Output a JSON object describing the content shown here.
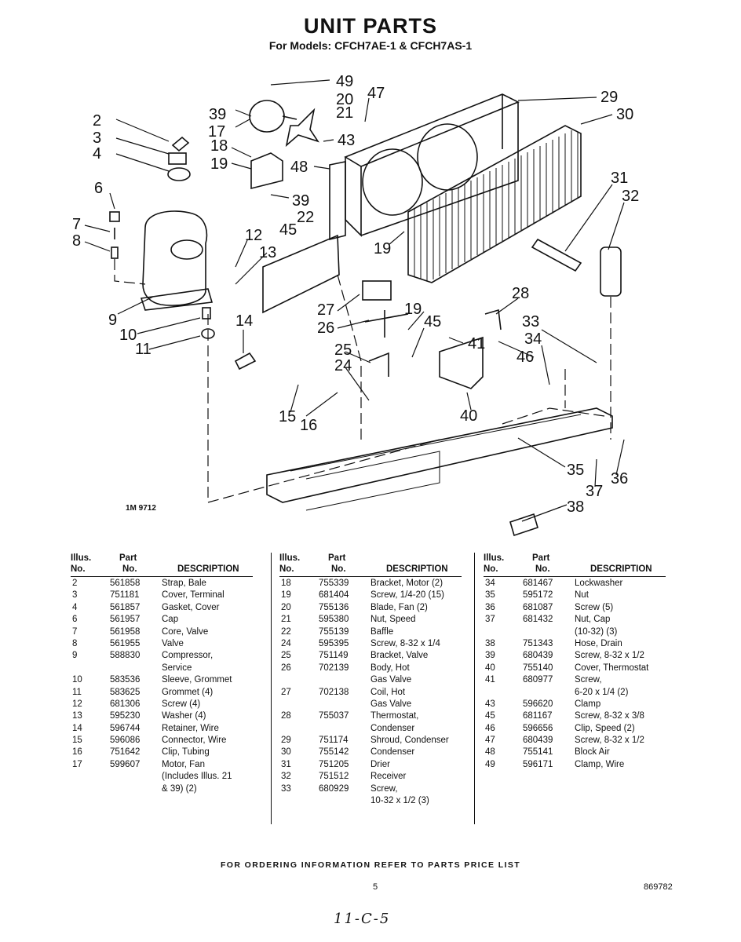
{
  "header": {
    "title": "UNIT PARTS",
    "subtitle": "For Models: CFCH7AE-1 & CFCH7AS-1"
  },
  "diagram": {
    "figure_number": "1M 9712",
    "callouts": [
      "2",
      "3",
      "4",
      "6",
      "7",
      "8",
      "9",
      "10",
      "11",
      "12",
      "13",
      "14",
      "15",
      "16",
      "17",
      "18",
      "19",
      "19",
      "19",
      "20",
      "21",
      "22",
      "24",
      "25",
      "26",
      "27",
      "28",
      "29",
      "30",
      "31",
      "32",
      "33",
      "34",
      "35",
      "36",
      "37",
      "38",
      "39",
      "39",
      "40",
      "41",
      "43",
      "45",
      "45",
      "46",
      "47",
      "48",
      "49"
    ]
  },
  "table": {
    "headers": {
      "illus_top": "Illus.",
      "illus_bottom": "No.",
      "part_top": "Part",
      "part_bottom": "No.",
      "description": "DESCRIPTION"
    },
    "columns": [
      {
        "rows": [
          {
            "illus": "2",
            "part": "561858",
            "desc": "Strap, Bale"
          },
          {
            "illus": "3",
            "part": "751181",
            "desc": "Cover, Terminal"
          },
          {
            "illus": "4",
            "part": "561857",
            "desc": "Gasket, Cover"
          },
          {
            "illus": "6",
            "part": "561957",
            "desc": "Cap"
          },
          {
            "illus": "7",
            "part": "561958",
            "desc": "Core, Valve"
          },
          {
            "illus": "8",
            "part": "561955",
            "desc": "Valve"
          },
          {
            "illus": "9",
            "part": "588830",
            "desc": "Compressor,"
          },
          {
            "illus": "",
            "part": "",
            "desc": "Service"
          },
          {
            "illus": "10",
            "part": "583536",
            "desc": "Sleeve, Grommet"
          },
          {
            "illus": "11",
            "part": "583625",
            "desc": "Grommet (4)"
          },
          {
            "illus": "12",
            "part": "681306",
            "desc": "Screw (4)"
          },
          {
            "illus": "13",
            "part": "595230",
            "desc": "Washer (4)"
          },
          {
            "illus": "14",
            "part": "596744",
            "desc": "Retainer, Wire"
          },
          {
            "illus": "15",
            "part": "596086",
            "desc": "Connector, Wire"
          },
          {
            "illus": "16",
            "part": "751642",
            "desc": "Clip, Tubing"
          },
          {
            "illus": "17",
            "part": "599607",
            "desc": "Motor, Fan"
          },
          {
            "illus": "",
            "part": "",
            "desc": "(Includes Illus. 21"
          },
          {
            "illus": "",
            "part": "",
            "desc": "& 39) (2)"
          }
        ]
      },
      {
        "rows": [
          {
            "illus": "18",
            "part": "755339",
            "desc": "Bracket, Motor (2)"
          },
          {
            "illus": "19",
            "part": "681404",
            "desc": "Screw, 1/4-20 (15)"
          },
          {
            "illus": "20",
            "part": "755136",
            "desc": "Blade, Fan (2)"
          },
          {
            "illus": "21",
            "part": "595380",
            "desc": "Nut, Speed"
          },
          {
            "illus": "22",
            "part": "755139",
            "desc": "Baffle"
          },
          {
            "illus": "24",
            "part": "595395",
            "desc": "Screw, 8-32 x 1/4"
          },
          {
            "illus": "25",
            "part": "751149",
            "desc": "Bracket, Valve"
          },
          {
            "illus": "26",
            "part": "702139",
            "desc": "Body, Hot"
          },
          {
            "illus": "",
            "part": "",
            "desc": "Gas Valve"
          },
          {
            "illus": "27",
            "part": "702138",
            "desc": "Coil, Hot"
          },
          {
            "illus": "",
            "part": "",
            "desc": "Gas Valve"
          },
          {
            "illus": "28",
            "part": "755037",
            "desc": "Thermostat,"
          },
          {
            "illus": "",
            "part": "",
            "desc": "Condenser"
          },
          {
            "illus": "29",
            "part": "751174",
            "desc": "Shroud, Condenser"
          },
          {
            "illus": "30",
            "part": "755142",
            "desc": "Condenser"
          },
          {
            "illus": "31",
            "part": "751205",
            "desc": "Drier"
          },
          {
            "illus": "32",
            "part": "751512",
            "desc": "Receiver"
          },
          {
            "illus": "33",
            "part": "680929",
            "desc": "Screw,"
          },
          {
            "illus": "",
            "part": "",
            "desc": "10-32 x 1/2 (3)"
          }
        ]
      },
      {
        "rows": [
          {
            "illus": "34",
            "part": "681467",
            "desc": "Lockwasher"
          },
          {
            "illus": "35",
            "part": "595172",
            "desc": "Nut"
          },
          {
            "illus": "36",
            "part": "681087",
            "desc": "Screw (5)"
          },
          {
            "illus": "37",
            "part": "681432",
            "desc": "Nut, Cap"
          },
          {
            "illus": "",
            "part": "",
            "desc": "(10-32) (3)"
          },
          {
            "illus": "38",
            "part": "751343",
            "desc": "Hose, Drain"
          },
          {
            "illus": "39",
            "part": "680439",
            "desc": "Screw, 8-32 x 1/2"
          },
          {
            "illus": "40",
            "part": "755140",
            "desc": "Cover, Thermostat"
          },
          {
            "illus": "41",
            "part": "680977",
            "desc": "Screw,"
          },
          {
            "illus": "",
            "part": "",
            "desc": "6-20 x 1/4 (2)"
          },
          {
            "illus": "43",
            "part": "596620",
            "desc": "Clamp"
          },
          {
            "illus": "45",
            "part": "681167",
            "desc": "Screw, 8-32 x 3/8"
          },
          {
            "illus": "46",
            "part": "596656",
            "desc": "Clip, Speed (2)"
          },
          {
            "illus": "47",
            "part": "680439",
            "desc": "Screw, 8-32 x 1/2"
          },
          {
            "illus": "48",
            "part": "755141",
            "desc": "Block Air"
          },
          {
            "illus": "49",
            "part": "596171",
            "desc": "Clamp, Wire"
          }
        ]
      }
    ]
  },
  "footer": {
    "ordering_note": "FOR ORDERING INFORMATION REFER TO PARTS PRICE LIST",
    "page_number": "5",
    "document_number": "869782",
    "handwritten": "11-C-5"
  }
}
